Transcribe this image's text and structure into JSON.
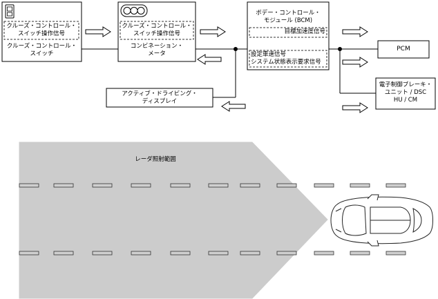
{
  "nodes": {
    "cruise_switch": {
      "signal": "クルーズ・コントロール・\nスイッチ操作信号",
      "label": "クルーズ・コントロール・\nスイッチ"
    },
    "combination_meter": {
      "signal": "クルーズ・コントロール・\nスイッチ操作信号",
      "label": "コンビネーション・\nメータ"
    },
    "bcm": {
      "title": "ボデー・コントロール・\nモジュール (BCM)",
      "signal_accel": "目標加速度信号",
      "signal_speed_status": "設定車速信号\nシステム状態表示要求信号"
    },
    "pcm": {
      "label": "PCM"
    },
    "dsc": {
      "label": "電子制御ブレーキ・\nユニット / DSC\nHU / CM"
    },
    "active_display": {
      "label": "アクティブ・ドライビング・\nディスプレイ"
    }
  },
  "lower": {
    "radar_label": "レーダ照射範囲",
    "colors": {
      "radar_fill": "#cccccc",
      "lane_fill": "#cfcfcf",
      "outline": "#222222"
    }
  }
}
